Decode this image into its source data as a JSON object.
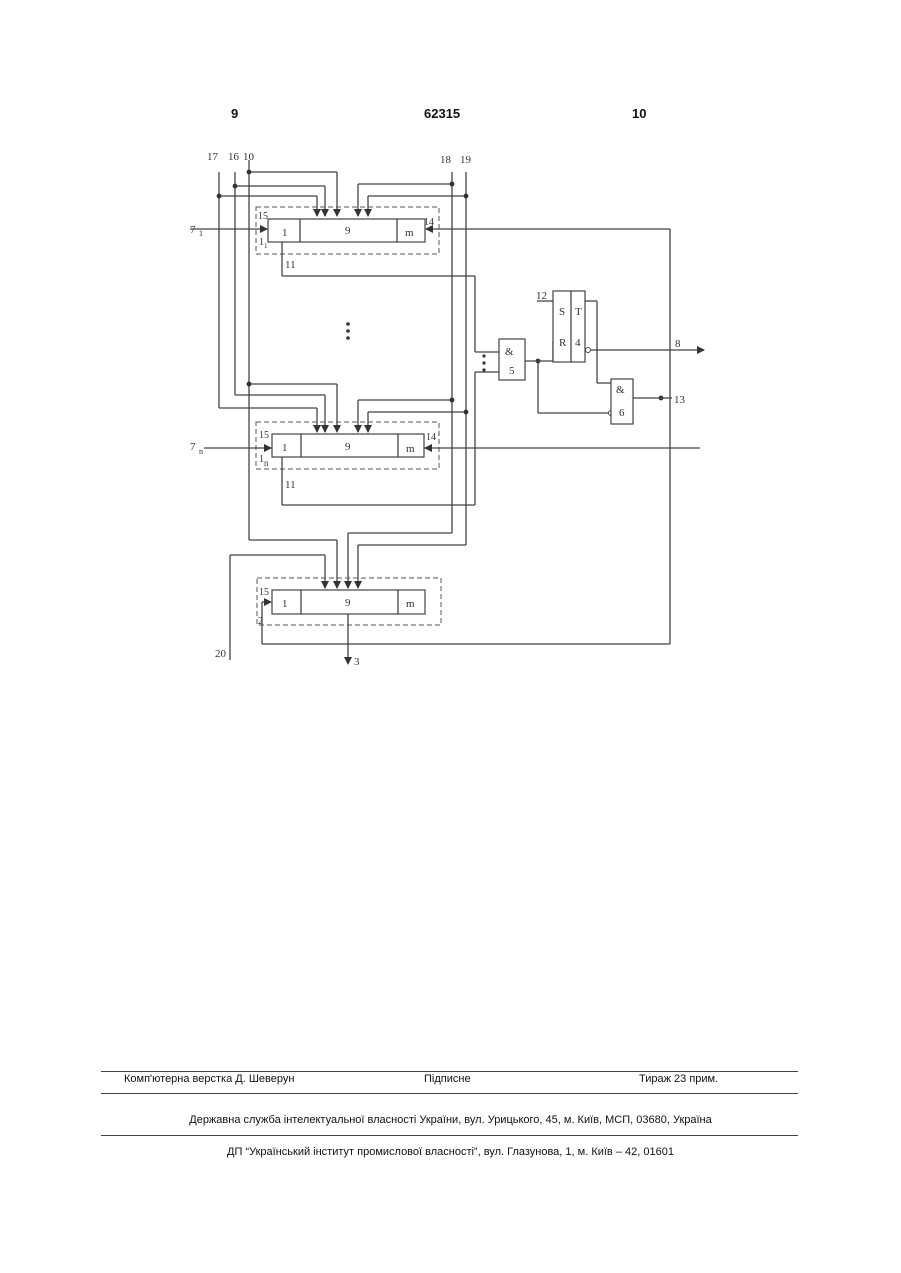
{
  "header": {
    "page_left": "9",
    "patent_number": "62315",
    "page_right": "10"
  },
  "diagram": {
    "labels": {
      "n17": "17",
      "n16": "16",
      "n10": "10",
      "n18": "18",
      "n19": "19",
      "in1_a": "7",
      "in1_b": "1",
      "inn_a": "7",
      "inn_b": "n",
      "c15": "15",
      "c14": "14",
      "cell1": "1",
      "cell9": "9",
      "cellm": "m",
      "sub_1a": "1",
      "sub_1b": "1",
      "sub_na": "1",
      "sub_nb": "n",
      "out11": "11",
      "c2": "2",
      "n20": "20",
      "n3": "3",
      "and": "&",
      "g5": "5",
      "g6": "6",
      "t_s": "S",
      "t_t": "T",
      "t_r": "R",
      "t_4": "4",
      "n12": "12",
      "n8": "8",
      "n13": "13"
    }
  },
  "footer": {
    "layout": "Комп'ютерна верстка Д. Шеверун",
    "signed": "Підписне",
    "circulation": "Тираж 23 прим.",
    "office": "Державна служба інтелектуальної власності України, вул. Урицького, 45, м. Київ, МСП, 03680, Україна",
    "institute": "ДП “Український інститут промислової власності”, вул. Глазунова, 1, м. Київ – 42, 01601"
  }
}
